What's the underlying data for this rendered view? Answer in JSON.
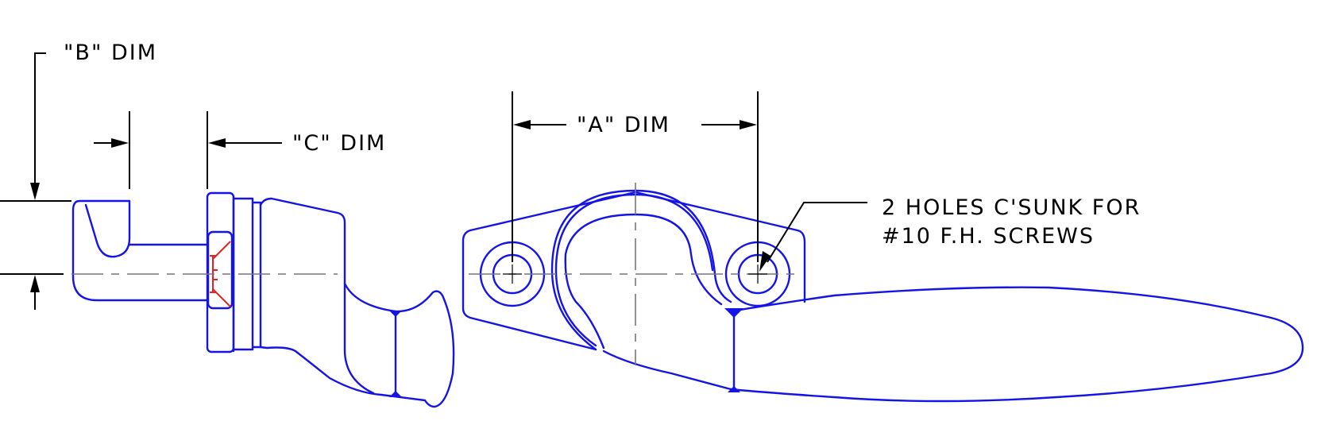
{
  "drawing": {
    "labels": {
      "b_dim": "\"B\" DIM",
      "c_dim": "\"C\" DIM",
      "a_dim": "\"A\" DIM",
      "holes_line1": "2 HOLES C'SUNK FOR",
      "holes_line2": "#10 F.H. SCREWS"
    },
    "colors": {
      "part_outline": "#1414e6",
      "dimension_lines": "#000000",
      "center_lines": "#777777",
      "section_detail": "#e32222"
    }
  }
}
